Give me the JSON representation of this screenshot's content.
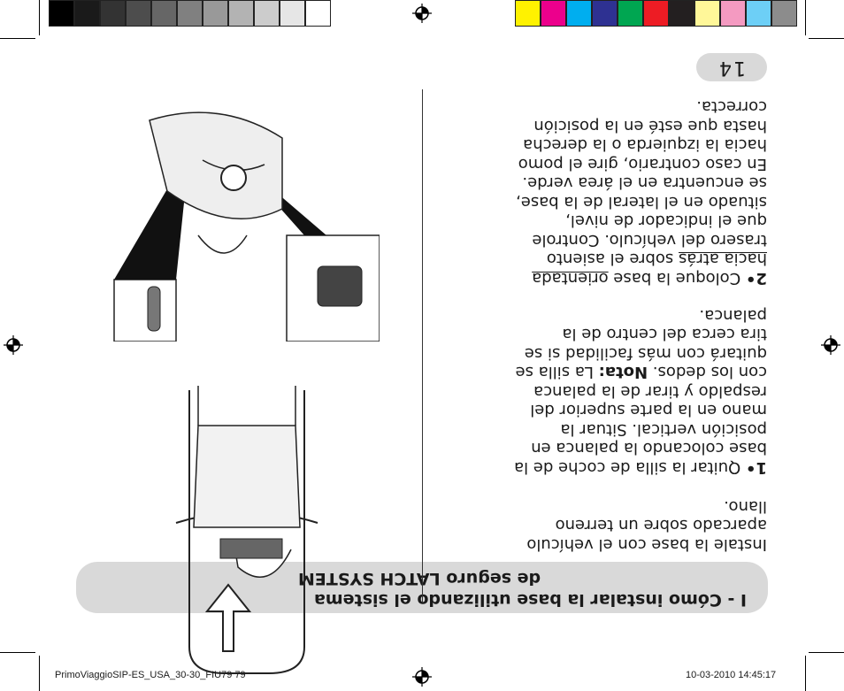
{
  "header": {
    "page_number": "14",
    "title_line1": "I - Cómo instalar la base utilizando el sistema",
    "title_line2": "de seguro LATCH SYSTEM"
  },
  "body": {
    "intro": "Instale la base con el vehículo aparcado sobre un terreno llano.",
    "step1": {
      "number": "1•",
      "text": "Quitar la silla de coche de la base colocando la palanca en posición vertical. Situar la mano en la parte superior del respaldo y tirar de la palanca con los dedos.",
      "note_label": "Nota:",
      "note_text": "La silla se quitará con más facilidad si se tira cerca del centro de la palanca."
    },
    "step2": {
      "number": "2•",
      "text_a": "Coloque la base ",
      "text_ul": "orientada hacia atrás",
      "text_b": " sobre el asiento trasero del vehículo. Controle que el indicador de nivel, situado en el lateral de la base, se encuentra en el área verde. En caso contrario, gire el pomo hacia la izquierda o la derecha hasta que esté en la posición correcta."
    }
  },
  "footer": {
    "left": "PrimoViaggioSIP-ES_USA_30-30_FIU79   79",
    "right": "10-03-2010   14:45:17"
  },
  "colors": {
    "gray_bar": [
      "#000000",
      "#1a1a1a",
      "#333333",
      "#4d4d4d",
      "#666666",
      "#808080",
      "#999999",
      "#b3b3b3",
      "#cccccc",
      "#e6e6e6",
      "#ffffff"
    ],
    "color_bar": [
      "#fff200",
      "#ec008c",
      "#00aeef",
      "#2e3192",
      "#00a651",
      "#ed1c24",
      "#231f20",
      "#fff799",
      "#f49ac1",
      "#6dcff6",
      "#8c8c8c"
    ],
    "band": "#d9d9d9"
  },
  "icons": [
    "registration-mark-icon",
    "crop-mark-icon"
  ]
}
